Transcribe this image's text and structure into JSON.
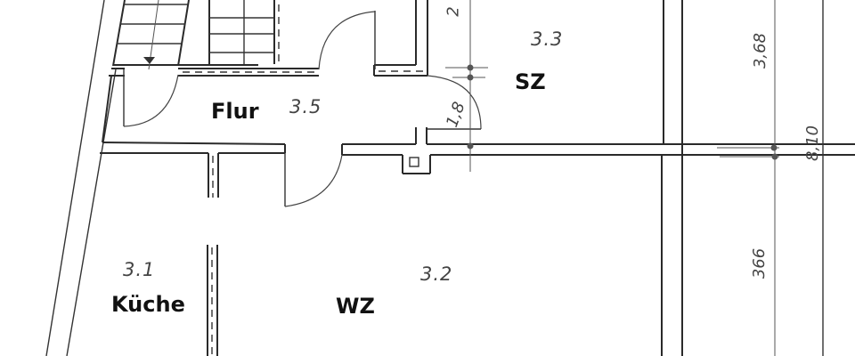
{
  "plan": {
    "rooms": [
      {
        "id": "flur",
        "name": "Flur",
        "number": "3.5"
      },
      {
        "id": "sz",
        "name": "SZ",
        "number": "3.3"
      },
      {
        "id": "kueche",
        "name": "Küche",
        "number": "3.1"
      },
      {
        "id": "wz",
        "name": "WZ",
        "number": "3.2"
      }
    ],
    "dimensions": {
      "top_partial": "2",
      "door_width": "1,8",
      "sz_depth": "3,68",
      "total_depth": "8,10",
      "wz_depth": "366"
    },
    "colors": {
      "line": "#2a2a2a",
      "label": "#111111",
      "number": "#444444",
      "background": "#ffffff"
    }
  }
}
